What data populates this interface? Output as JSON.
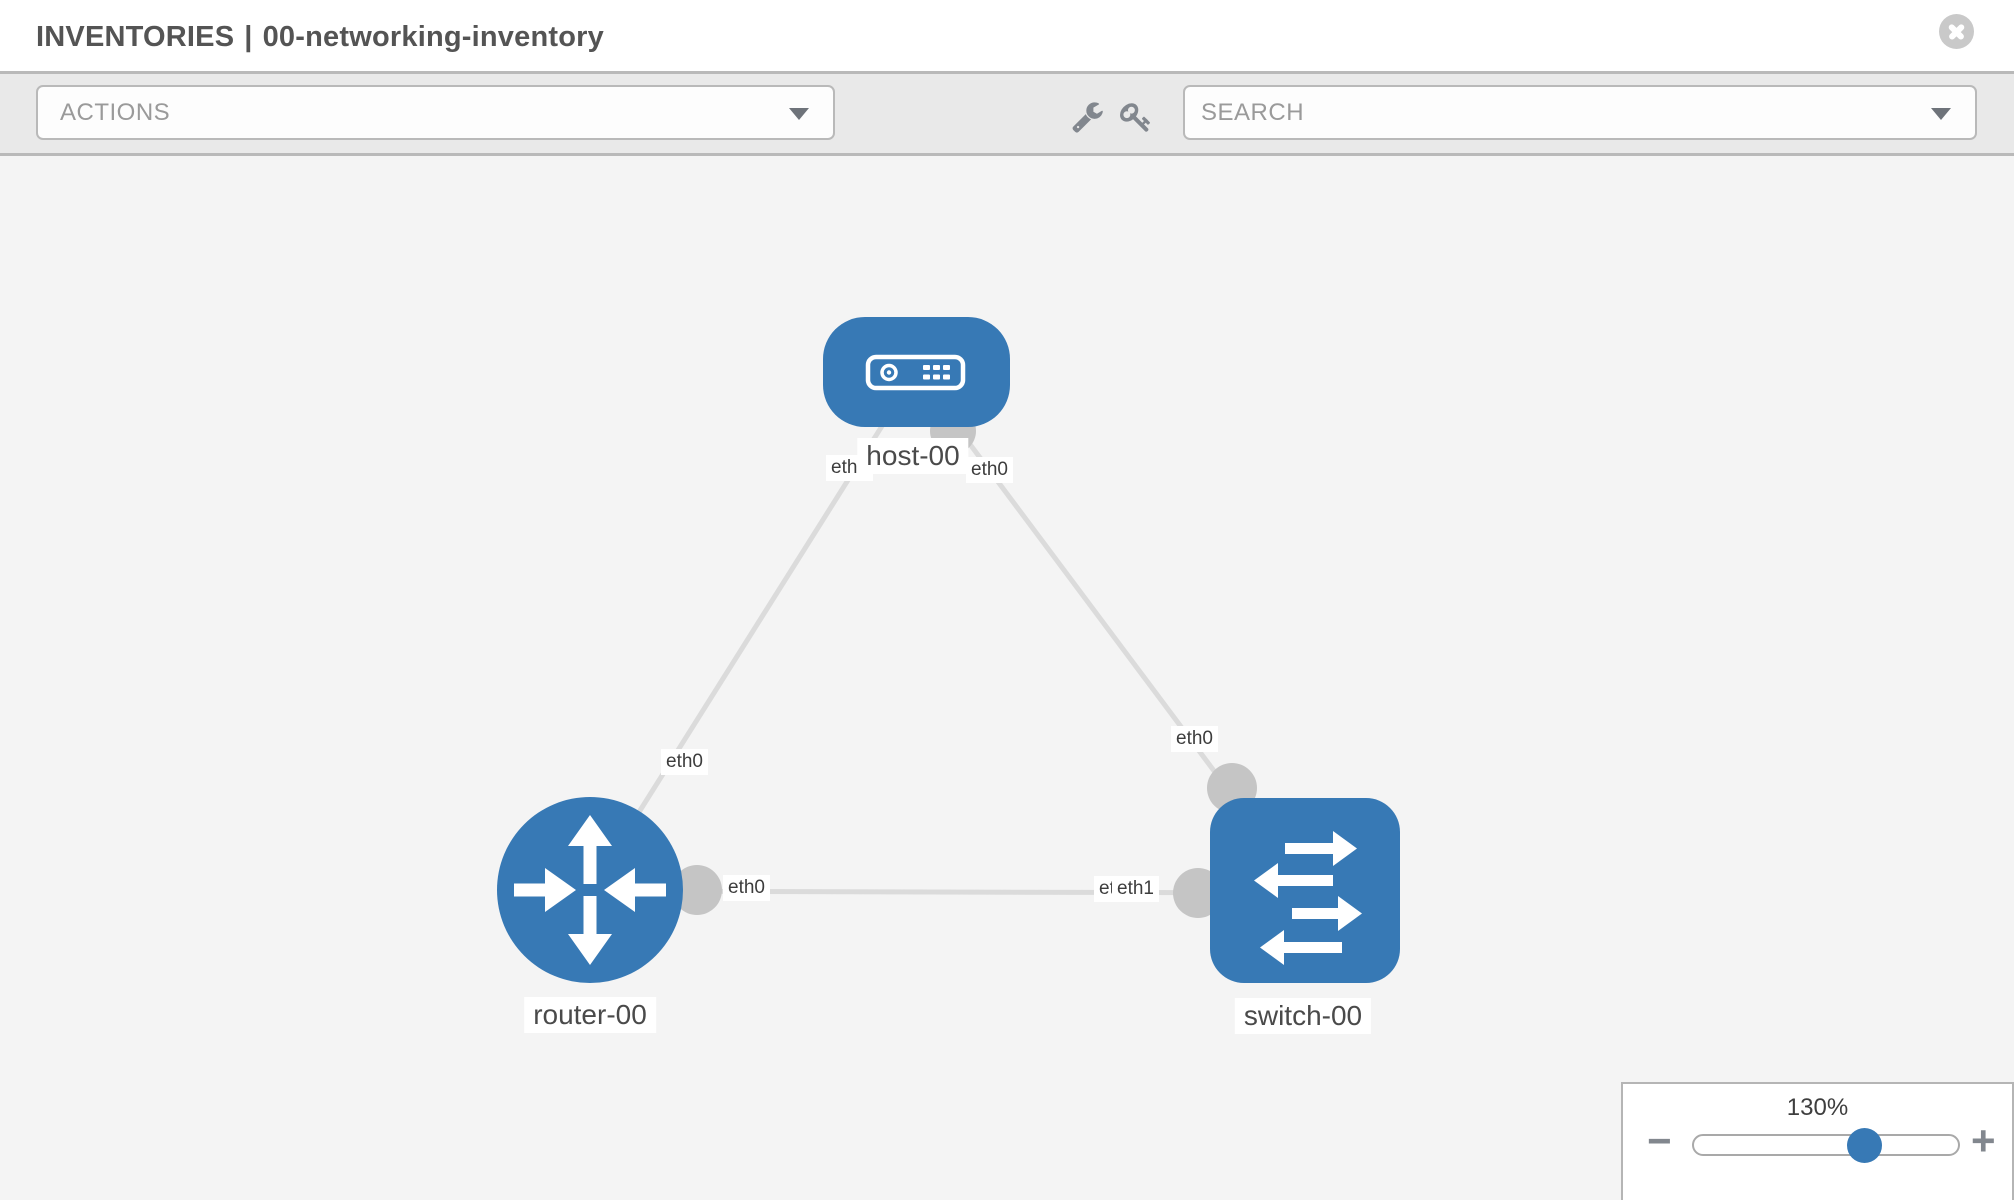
{
  "header": {
    "section_label": "INVENTORIES",
    "separator": "|",
    "inventory_name": "00-networking-inventory"
  },
  "toolbar": {
    "actions": {
      "label": "ACTIONS"
    },
    "search": {
      "label": "SEARCH"
    }
  },
  "topology": {
    "nodes": [
      {
        "id": "host-00",
        "type": "host",
        "label": "host-00"
      },
      {
        "id": "router-00",
        "type": "router",
        "label": "router-00"
      },
      {
        "id": "switch-00",
        "type": "switch",
        "label": "switch-00"
      }
    ],
    "links": [
      {
        "from": "host-00",
        "to": "router-00",
        "from_interface": "eth0",
        "to_interface": "eth0"
      },
      {
        "from": "host-00",
        "to": "switch-00",
        "from_interface": "eth0",
        "to_interface": "eth0"
      },
      {
        "from": "router-00",
        "to": "switch-00",
        "from_interface": "eth0",
        "to_interface": "eth1"
      }
    ],
    "interface_labels": [
      {
        "text": "eth0"
      },
      {
        "text": "eth0"
      },
      {
        "text": "eth0"
      },
      {
        "text": "eth0"
      },
      {
        "text": "eth0"
      },
      {
        "text": "eth0"
      },
      {
        "text": "eth1"
      }
    ]
  },
  "zoom_panel": {
    "level": "130%",
    "minus": "−",
    "plus": "+"
  },
  "colors": {
    "node_blue": "#3779b5",
    "link_gray": "#dbdbdb",
    "endpoint_gray": "#c5c5c5",
    "toolbar_bg": "#e9e9e9",
    "canvas_bg": "#f4f4f4"
  }
}
